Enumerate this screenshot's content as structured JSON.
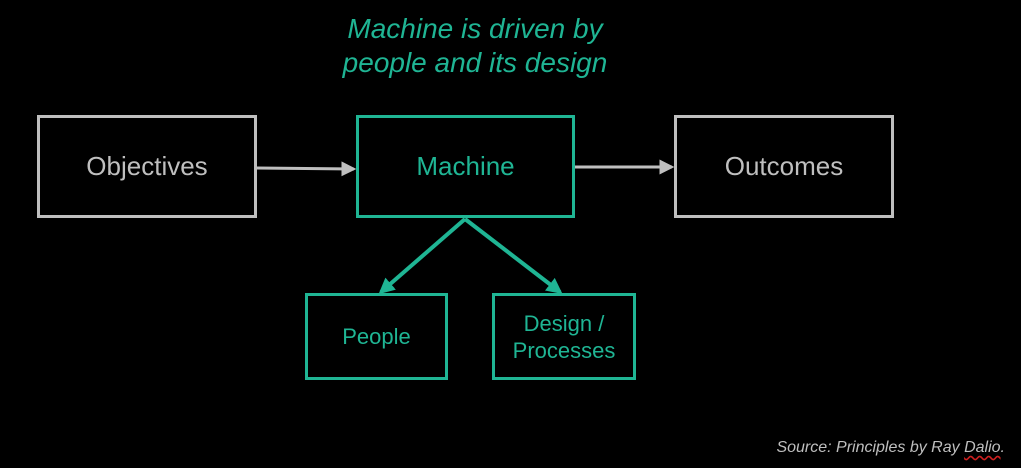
{
  "title": {
    "line1": "Machine is driven by",
    "line2": "people and its design"
  },
  "nodes": {
    "objectives": "Objectives",
    "machine": "Machine",
    "outcomes": "Outcomes",
    "people": "People",
    "design_line1": "Design /",
    "design_line2": "Processes"
  },
  "source": {
    "prefix": "Source: Principles by Ray ",
    "last": "Dalio",
    "suffix": "."
  },
  "colors": {
    "accent": "#1fb594",
    "neutral": "#bfbfbf",
    "background": "#000000"
  }
}
